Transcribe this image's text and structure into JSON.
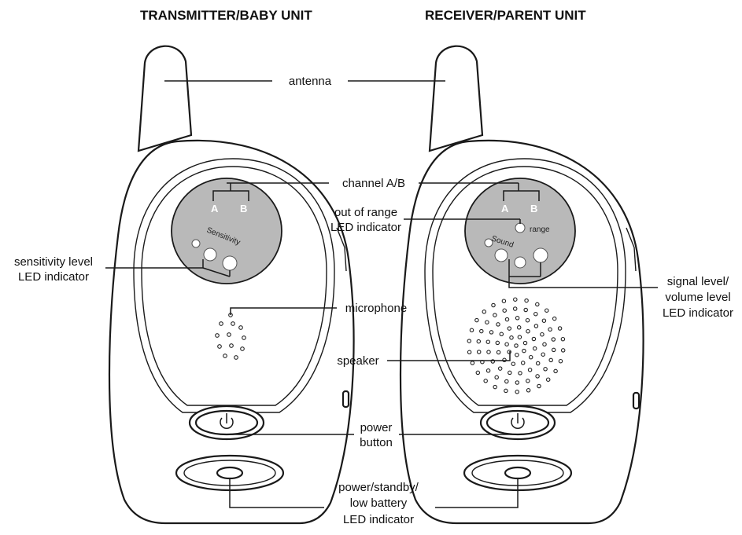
{
  "titles": {
    "transmitter": "TRANSMITTER/BABY UNIT",
    "receiver": "RECEIVER/PARENT UNIT"
  },
  "labels": {
    "antenna": "antenna",
    "channel": "channel A/B",
    "out_of_range_1": "out of range",
    "out_of_range_2": "LED indicator",
    "sensitivity_1": "sensitivity level",
    "sensitivity_2": "LED indicator",
    "microphone": "microphone",
    "speaker": "speaker",
    "signal_1": "signal level/",
    "signal_2": "volume level",
    "signal_3": "LED indicator",
    "power_1": "power",
    "power_2": "button",
    "standby_1": "power/standby/",
    "standby_2": "low battery",
    "standby_3": "LED indicator"
  },
  "panel_text": {
    "a": "A",
    "b": "B",
    "sensitivity": "Sensitivity",
    "range": "range",
    "sound": "Sound"
  },
  "icons": {
    "power": "power-symbol"
  }
}
